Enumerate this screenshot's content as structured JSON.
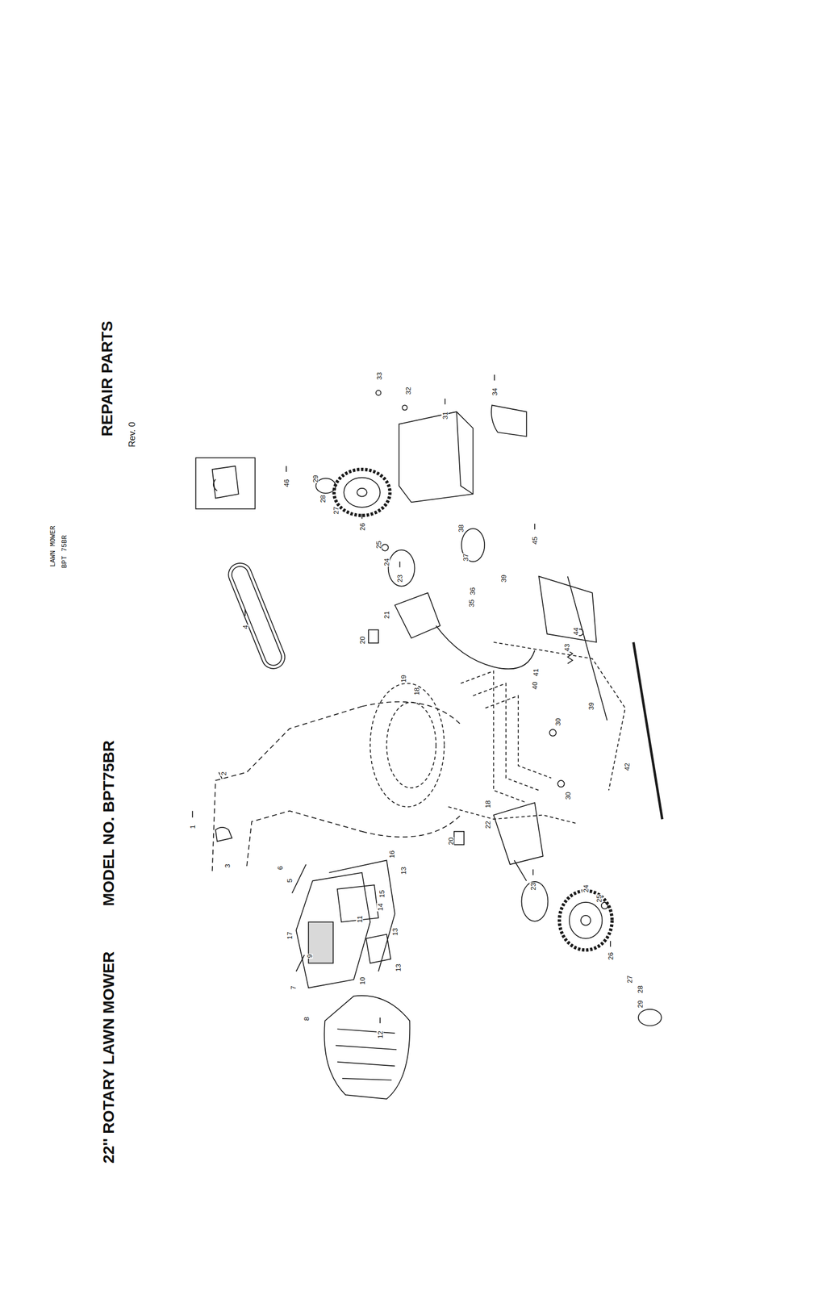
{
  "diagram": {
    "title": "22'' ROTARY LAWN MOWER",
    "labels": [
      "MODEL NO. BPT75BR",
      "REPAIR PARTS",
      "Rev. 0",
      "LAWN MOWER",
      "BPT 75BR",
      "1",
      "2",
      "3",
      "4",
      "5",
      "6",
      "7",
      "8",
      "9",
      "10",
      "11",
      "12",
      "13",
      "13",
      "13",
      "14",
      "15",
      "16",
      "17",
      "18",
      "18",
      "19",
      "20",
      "20",
      "21",
      "22",
      "23",
      "23",
      "24",
      "24",
      "25",
      "25",
      "26",
      "26",
      "27",
      "27",
      "28",
      "28",
      "29",
      "29",
      "30",
      "30",
      "31",
      "32",
      "33",
      "34",
      "35",
      "36",
      "37",
      "38",
      "39",
      "39",
      "40",
      "41",
      "42",
      "43",
      "44",
      "45",
      "46"
    ]
  }
}
